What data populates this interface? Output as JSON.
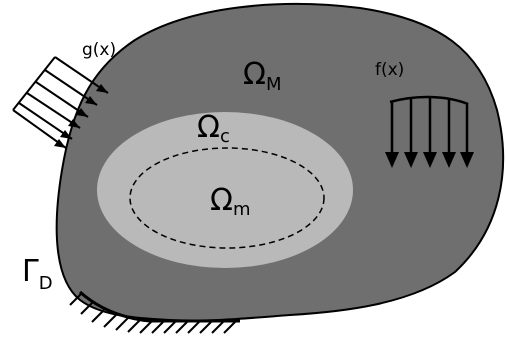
{
  "labels": {
    "g_load": "g(x)",
    "f_load": "f(x)",
    "omega_M": {
      "symbol": "Ω",
      "sub": "M"
    },
    "omega_c": {
      "symbol": "Ω",
      "sub": "c"
    },
    "omega_m": {
      "symbol": "Ω",
      "sub": "m"
    },
    "gamma_D": {
      "symbol": "Γ",
      "sub": "D"
    }
  },
  "colors": {
    "outer_region": "#6f6f6f",
    "inner_region": "#b9b9b9",
    "stroke": "#000000"
  }
}
